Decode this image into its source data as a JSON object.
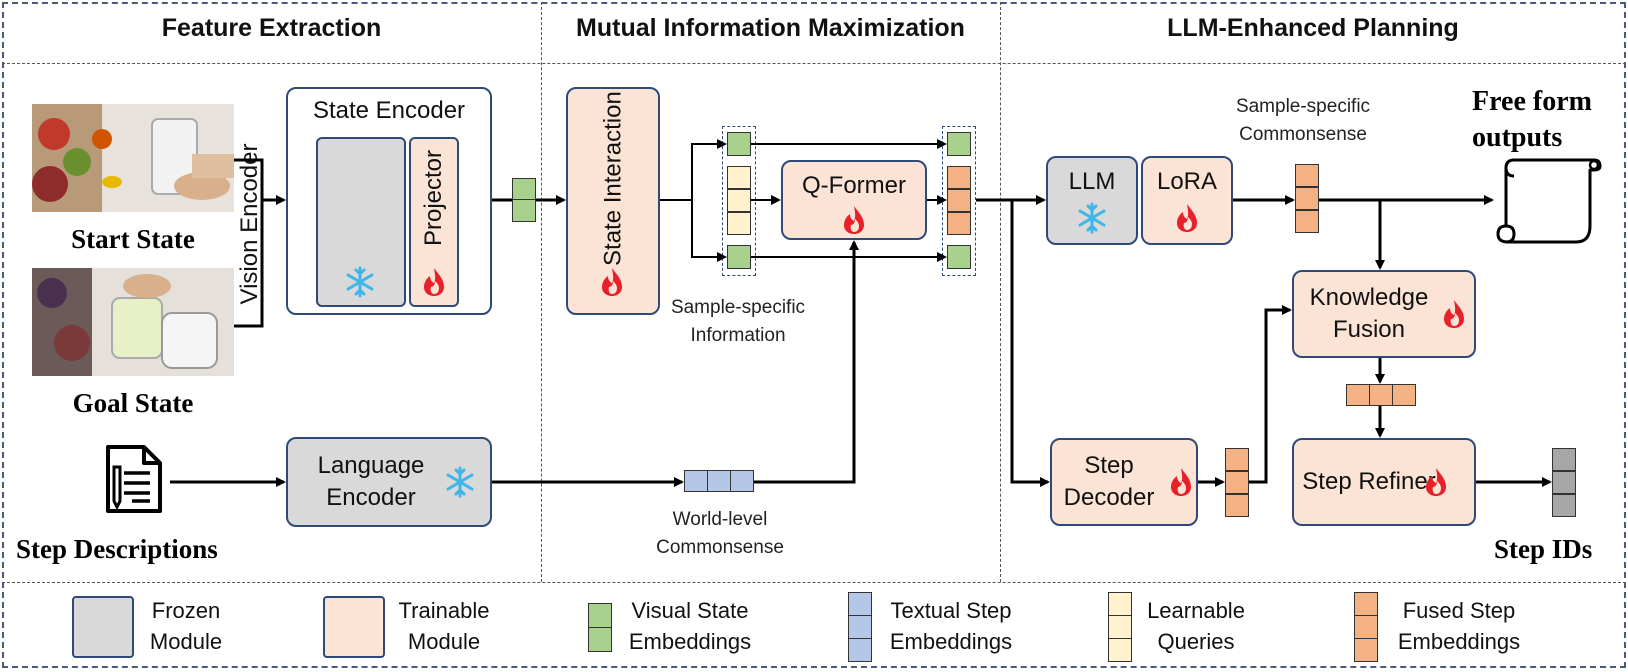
{
  "sections": {
    "feature_extraction": "Feature Extraction",
    "mutual_information": "Mutual Information Maximization",
    "llm_planning": "LLM-Enhanced Planning"
  },
  "inputs": {
    "start_state": "Start State",
    "goal_state": "Goal State",
    "step_descriptions": "Step Descriptions"
  },
  "modules": {
    "state_encoder": "State Encoder",
    "vision_encoder": "Vision Encoder",
    "projector": "Projector",
    "language_encoder": "Language Encoder",
    "state_interaction": "State Interaction",
    "q_former": "Q-Former",
    "llm": "LLM",
    "lora": "LoRA",
    "knowledge_fusion": "Knowledge Fusion",
    "step_decoder": "Step Decoder",
    "step_refiner": "Step Refiner"
  },
  "annotations": {
    "sample_specific_information": "Sample-specific Information",
    "world_level_commonsense": "World-level Commonsense",
    "sample_specific_commonsense": "Sample-specific Commonsense"
  },
  "outputs": {
    "free_form": "Free form outputs",
    "step_ids": "Step IDs"
  },
  "legend": {
    "frozen": "Frozen Module",
    "trainable": "Trainable Module",
    "visual": "Visual State Embeddings",
    "textual": "Textual Step Embeddings",
    "queries": "Learnable Queries",
    "fused": "Fused Step Embeddings"
  },
  "icons": {
    "frozen": "snowflake-icon",
    "trainable": "flame-icon",
    "document": "document-icon",
    "scroll": "scroll-icon"
  },
  "colors": {
    "frozen_fill": "#d9d9d9",
    "trainable_fill": "#fbe3d5",
    "visual_embedding": "#a9d18e",
    "textual_embedding": "#b4c7e7",
    "learnable_query": "#fff2cc",
    "fused_embedding": "#f4b183",
    "step_id": "#a6a6a6",
    "snowflake": "#3fb6ea",
    "flame": "#e8202a"
  }
}
